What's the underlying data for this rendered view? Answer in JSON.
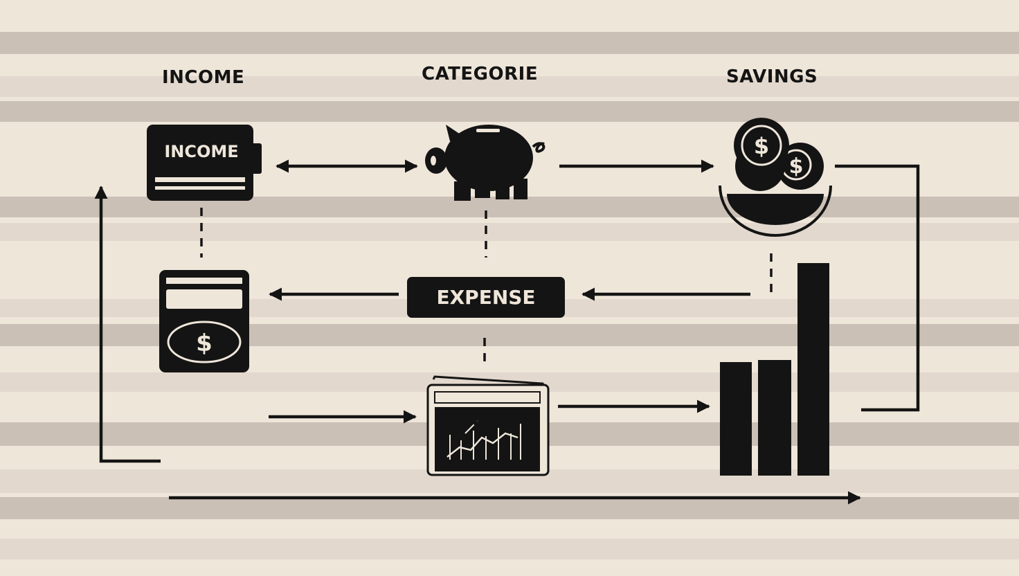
{
  "headers": {
    "income": "INCOME",
    "categories": "CATEGORIE",
    "savings": "SAVINGS"
  },
  "nodes": {
    "income_card_label": "INCOME",
    "expense_label": "EXPENSE",
    "dollar_sign": "$"
  },
  "colors": {
    "background": "#efe6da",
    "band_dark": "#cbc0b6",
    "band_light": "#e2d8cd",
    "ink": "#141414"
  },
  "icons": [
    "income-card-icon",
    "piggy-bank-icon",
    "coins-bowl-icon",
    "wallet-icon",
    "ledger-chart-icon",
    "bar-chart-icon"
  ]
}
